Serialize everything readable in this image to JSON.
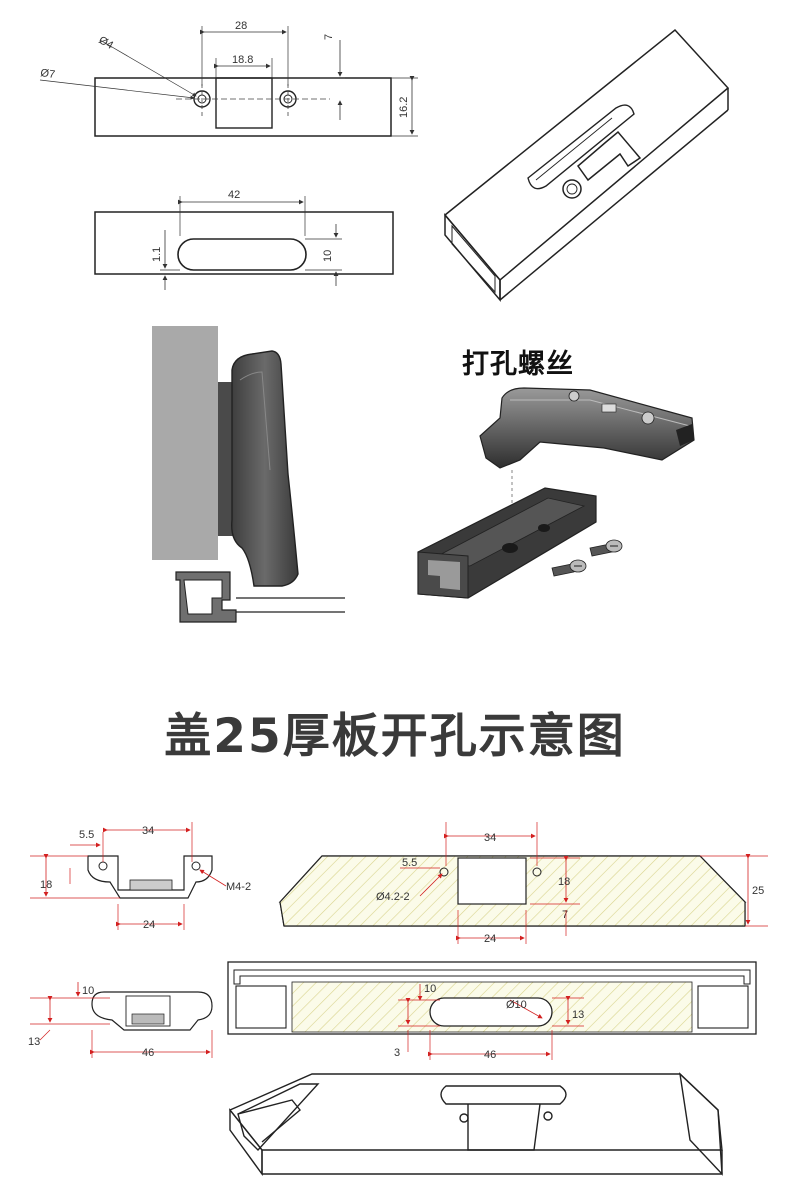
{
  "top_drawing": {
    "dims": {
      "w28": "28",
      "w18_8": "18.8",
      "d4": "Ø4",
      "d7": "Ø7",
      "v7": "7",
      "h16_2": "16.2",
      "w42": "42",
      "h1_1": "1.1",
      "h10": "10"
    }
  },
  "caption_drill_screw": "打孔螺丝",
  "main_title": "盖25厚板开孔示意图",
  "bottom_drawing": {
    "dims": {
      "a5_5": "5.5",
      "a34": "34",
      "a18": "18",
      "a24": "24",
      "m4": "M4-2",
      "b34": "34",
      "b5_5": "5.5",
      "b18": "18",
      "b25": "25",
      "b7": "7",
      "b4_2": "Ø4.2-2",
      "b24": "24",
      "c10": "10",
      "c13": "13",
      "c46": "46",
      "d10": "10",
      "d_phi10": "Ø10",
      "d13": "13",
      "d3": "3",
      "d46": "46"
    }
  },
  "colors": {
    "dim_red": "#d32020",
    "hatch": "#e9e6a8",
    "hinge_dark": "#4b4b4b",
    "wall_grey": "#a9a9a9"
  }
}
